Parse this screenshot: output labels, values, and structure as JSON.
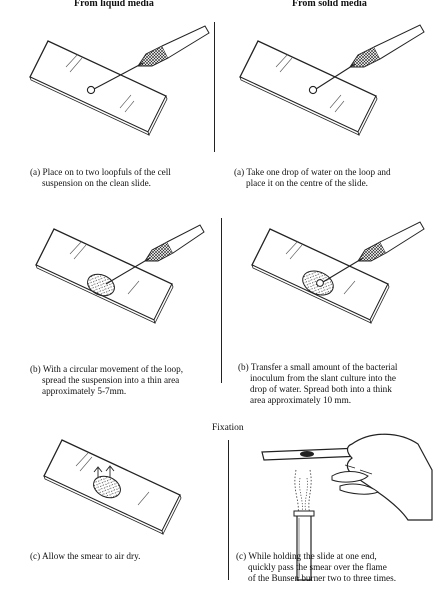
{
  "headers": {
    "liquid": "From liquid media",
    "solid": "From solid media"
  },
  "fixation_label": "Fixation",
  "captions": {
    "a_liquid": [
      "(a) Place on to two loopfuls of the cell",
      "suspension on the clean slide."
    ],
    "a_solid": [
      "(a) Take one drop of water on the loop and",
      "place it on the centre of the slide."
    ],
    "b_liquid": [
      "(b) With a circular movement of the loop,",
      "spread the suspension into a thin area",
      "approximately 5-7mm."
    ],
    "b_solid": [
      "(b) Transfer a small amount of the bacterial",
      "inoculum from the slant culture into the",
      "drop of water. Spread both into a think",
      "area approximately 10 mm."
    ],
    "c_liquid": [
      "(c) Allow the smear to air dry."
    ],
    "c_solid": [
      "(c) While holding the slide at one end,",
      "quickly pass the smear over the flame",
      "of the Bunsen burner two to three times."
    ]
  }
}
